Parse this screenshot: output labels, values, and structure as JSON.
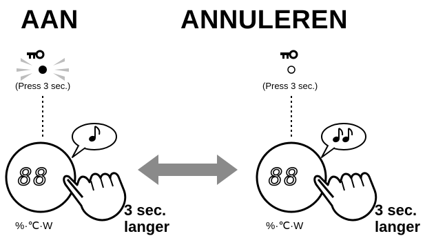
{
  "left": {
    "title": "AAN",
    "press_label": "(Press 3 sec.)",
    "display_digits": "88",
    "units": "%·℃·W",
    "duration_line1": "3 sec.",
    "duration_line2": "langer",
    "icons": [
      "key-icon",
      "lamp-lit-icon",
      "single-note-icon",
      "hand-press-icon"
    ]
  },
  "right": {
    "title": "ANNULEREN",
    "press_label": "(Press 3 sec.)",
    "display_digits": "88",
    "units": "%·℃·W",
    "duration_line1": "3 sec.",
    "duration_line2": "langer",
    "icons": [
      "key-icon",
      "lamp-off-icon",
      "double-note-icon",
      "hand-press-icon"
    ]
  },
  "middle": {
    "icons": [
      "double-arrow-icon"
    ],
    "arrow_color": "#8a8a8a"
  }
}
